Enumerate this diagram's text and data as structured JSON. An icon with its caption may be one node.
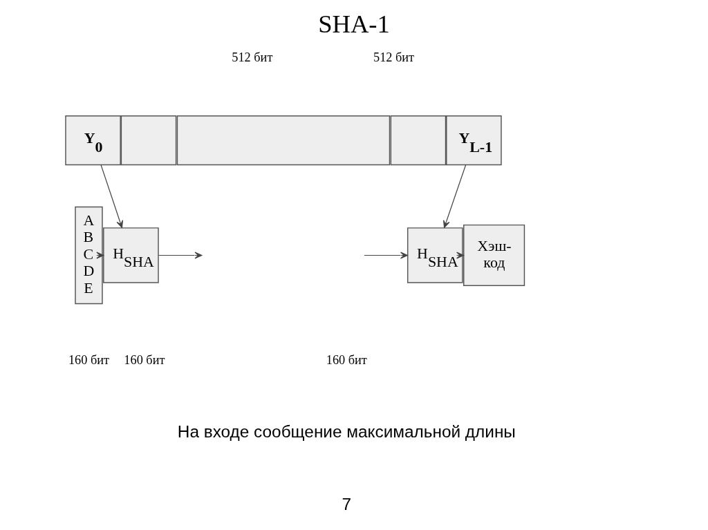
{
  "diagram": {
    "title": "SHA-1",
    "nodes": [
      {
        "text": [
          "Y$_{0}$"
        ]
      },
      {
        "text": [],
        "shape": "box"
      },
      {
        "text": [],
        "shape": "box"
      },
      {
        "text": [],
        "shape": "box"
      },
      {
        "text": [
          "Y$_{L-1}$"
        ]
      },
      {
        "text": [
          "A B C D E"
        ]
      },
      {
        "text": [
          "H$_{SHA}$"
        ]
      },
      {
        "text": [
          "H$_{SHA}$"
        ]
      },
      {
        "text": [
          "Хэш-код"
        ]
      }
    ],
    "edges": [
      {
        "from": 0,
        "to": 6,
        "arrow": "to"
      },
      {
        "from": 5,
        "to": 6,
        "arrow": "to"
      },
      {
        "from": 6,
        "to": null,
        "arrow": "to"
      },
      {
        "from": null,
        "to": 7,
        "arrow": "to"
      },
      {
        "from": 4,
        "to": 7,
        "arrow": "to"
      },
      {
        "from": 7,
        "to": 8,
        "arrow": "to"
      }
    ],
    "labels": [
      "512 бит",
      "512 бит",
      "160 бит",
      "160 бит",
      "160 бит",
      "На входе сообщение максимальной длины",
      "7"
    ]
  }
}
